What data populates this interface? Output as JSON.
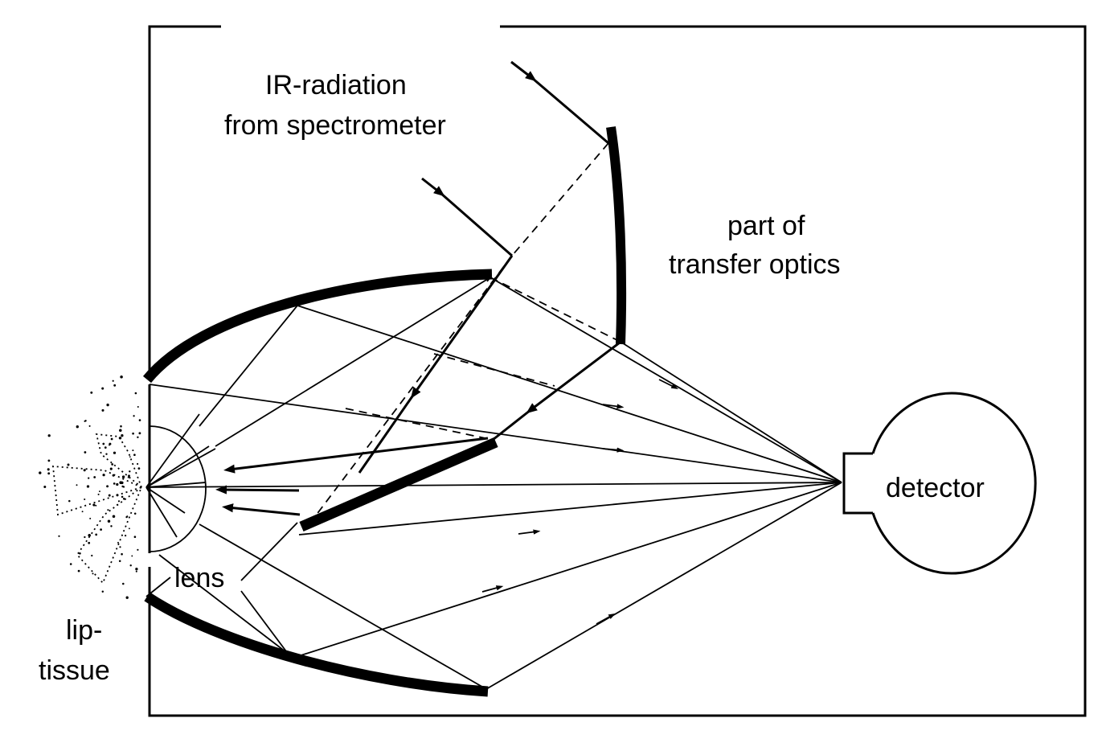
{
  "labels": {
    "ir_line1": "IR-radiation",
    "ir_line2": "from spectrometer",
    "transfer_line1": "part of",
    "transfer_line2": "transfer optics",
    "detector": "detector",
    "lens": "lens",
    "lip_line1": "lip-",
    "lip_line2": "tissue"
  }
}
